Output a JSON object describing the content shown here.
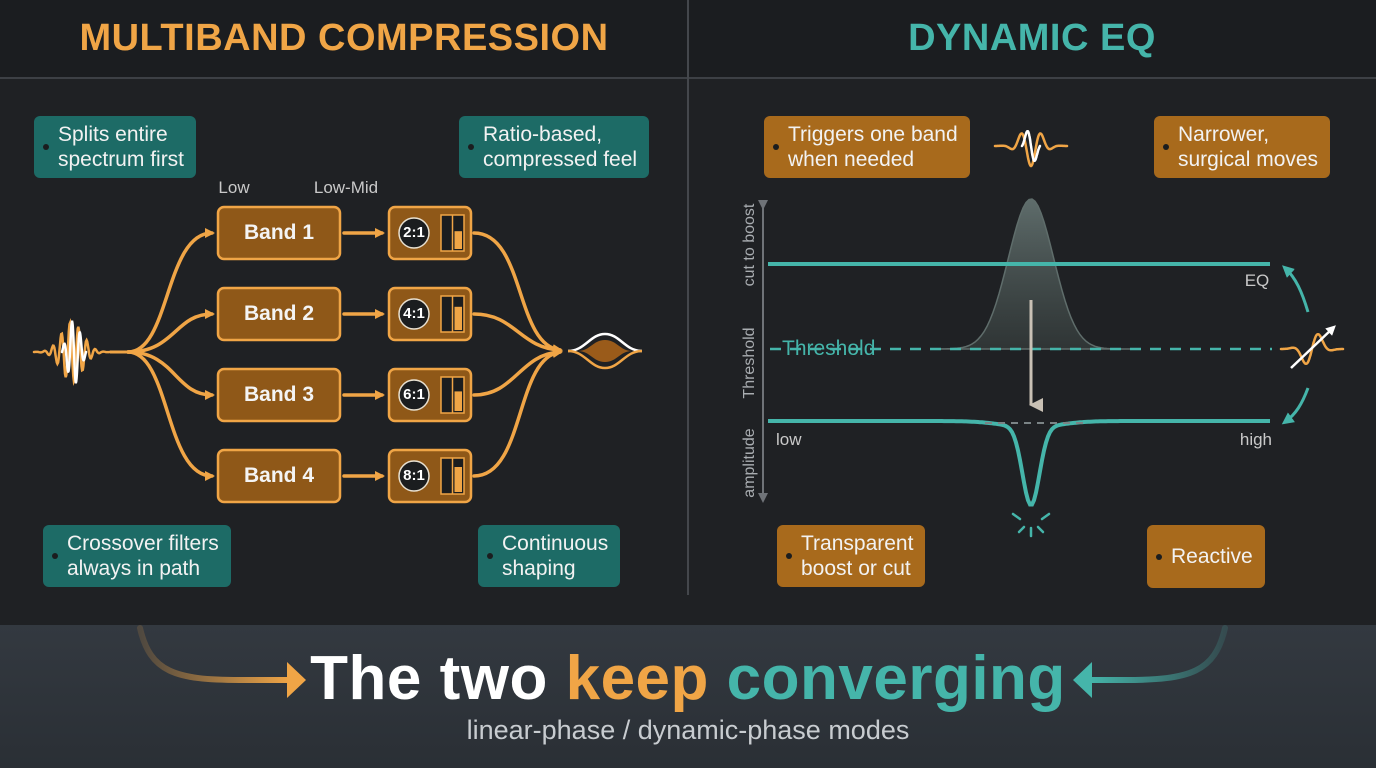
{
  "colors": {
    "background": "#1f2124",
    "footer": "#2f353d",
    "amber": "#f0a546",
    "amber_box": "#a86a1c",
    "teal": "#45b5aa",
    "teal_box": "#1d6b66",
    "divider": "#4a4d52"
  },
  "left": {
    "title": "MULTIBAND COMPRESSION",
    "notes": {
      "splits": "Splits entire\nspectrum first",
      "ratio_based": "Ratio-based,\ncompressed feel",
      "crossover": "Crossover filters\nalways in path",
      "continuous": "Continuous\nshaping"
    },
    "col_low": "Low",
    "col_lowmid": "Low-Mid",
    "bands": [
      {
        "label": "Band 1",
        "ratio": "2:1",
        "meter_fill": 0.55
      },
      {
        "label": "Band 2",
        "ratio": "4:1",
        "meter_fill": 0.7
      },
      {
        "label": "Band 3",
        "ratio": "6:1",
        "meter_fill": 0.6
      },
      {
        "label": "Band 4",
        "ratio": "8:1",
        "meter_fill": 0.75
      }
    ]
  },
  "right": {
    "title": "DYNAMIC EQ",
    "notes": {
      "triggers": "Triggers one band\nwhen needed",
      "narrower": "Narrower,\nsurgical moves",
      "transparent": "Transparent\nboost or cut",
      "reactive": "Reactive"
    },
    "threshold": "Threshold",
    "eq_label": "EQ",
    "low": "low",
    "high": "high",
    "axis": {
      "top": "cut to boost",
      "middle": "Threshold",
      "bottom": "amplitude"
    }
  },
  "footer": {
    "part1": "The two ",
    "part2": "keep ",
    "part3": "converging",
    "subtitle": "linear-phase / dynamic-phase modes"
  }
}
